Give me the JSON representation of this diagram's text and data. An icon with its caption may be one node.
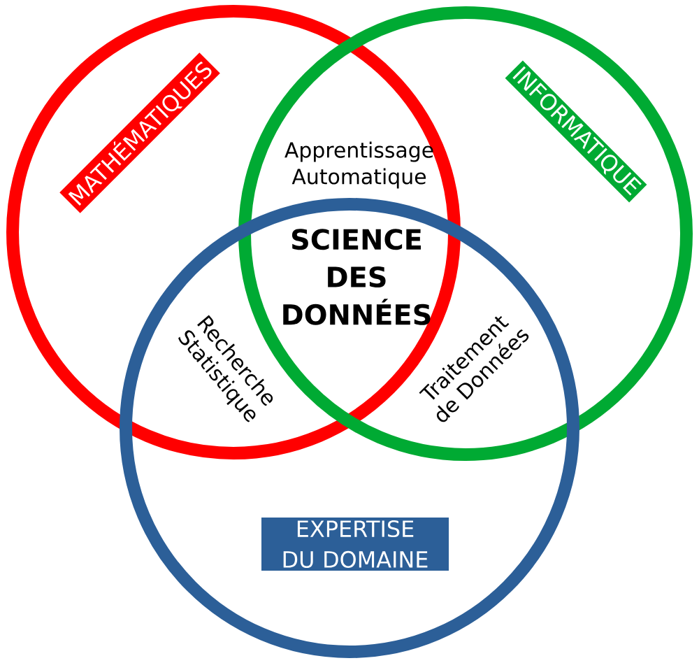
{
  "diagram": {
    "nodes": [
      {
        "text": [
          "MATHÉMATIQUES"
        ]
      },
      {
        "text": [
          "INFORMATIQUE"
        ]
      },
      {
        "text": [
          "EXPERTISE DU DOMAINE"
        ]
      }
    ],
    "labels": [
      "Apprentissage Automatique",
      "SCIENCE DES DONNÉES",
      "Recherche Statistique",
      "Traitement de Données"
    ]
  }
}
